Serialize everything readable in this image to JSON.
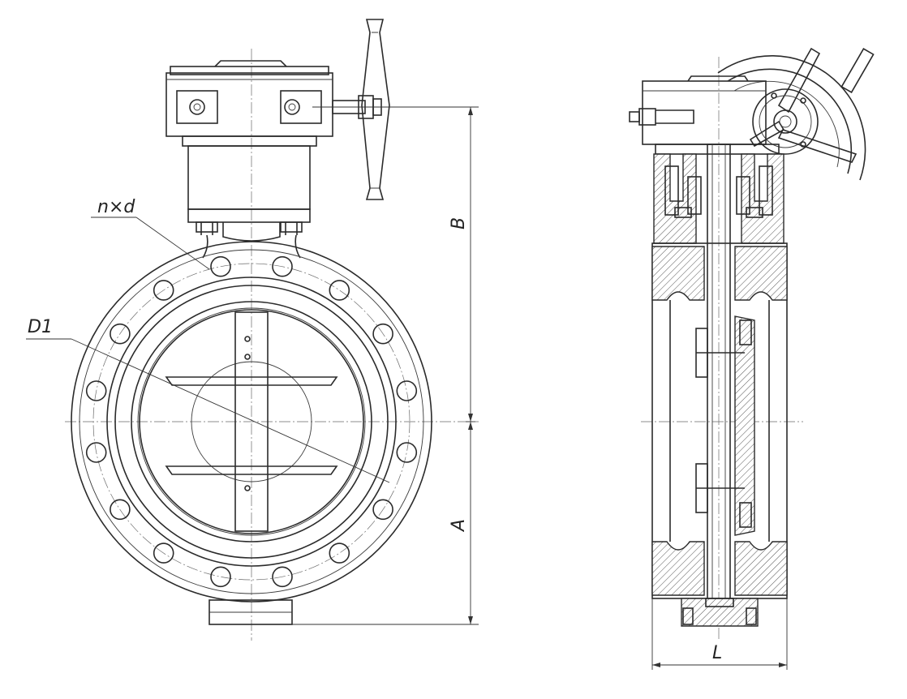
{
  "labels": {
    "n_x_d": "n×d",
    "d1": "D1",
    "b": "B",
    "a": "A",
    "l": "L"
  }
}
